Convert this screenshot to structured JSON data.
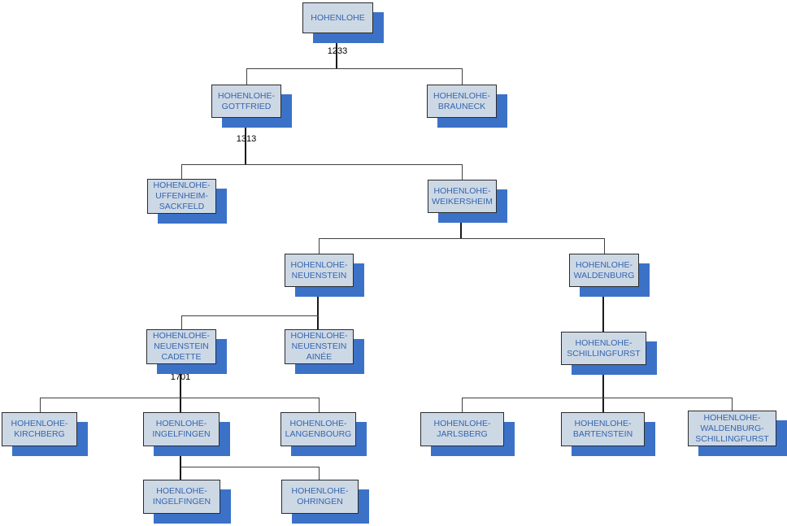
{
  "tree": {
    "nodes": [
      {
        "id": "hohenlohe",
        "label": "HOHENLOHE"
      },
      {
        "id": "hohenlohe-gottfried",
        "label": "HOHENLOHE-\nGOTTFRIED"
      },
      {
        "id": "hohenlohe-brauneck",
        "label": "HOHENLOHE-\nBRAUNECK"
      },
      {
        "id": "hohenlohe-uffenheim-sackfeld",
        "label": "HOHENLOHE-\nUFFENHEIM-\nSACKFELD"
      },
      {
        "id": "hohenlohe-weikersheim",
        "label": "HOHENLOHE-\nWEIKERSHEIM"
      },
      {
        "id": "hohenlohe-neuenstein",
        "label": "HOHENLOHE-\nNEUENSTEIN"
      },
      {
        "id": "hohenlohe-waldenburg",
        "label": "HOHENLOHE-\nWALDENBURG"
      },
      {
        "id": "hohenlohe-neuenstein-cadette",
        "label": "HOHENLOHE-\nNEUENSTEIN\nCADETTE"
      },
      {
        "id": "hohenlohe-neuenstein-ainee",
        "label": "HOHENLOHE-\nNEUENSTEIN\nAINÉE"
      },
      {
        "id": "hohenlohe-schillingfurst",
        "label": "HOHENLOHE-\nSCHILLINGFURST"
      },
      {
        "id": "hohenlohe-kirchberg",
        "label": "HOHENLOHE-\nKIRCHBERG"
      },
      {
        "id": "hoenlohe-ingelfingen",
        "label": "HOENLOHE-\nINGELFINGEN"
      },
      {
        "id": "hohenlohe-langenbourg",
        "label": "HOHENLOHE-\nLANGENBOURG"
      },
      {
        "id": "hohenlohe-jarlsberg",
        "label": "HOHENLOHE-\nJARLSBERG"
      },
      {
        "id": "hohenlohe-bartenstein",
        "label": "HOHENLOHE-\nBARTENSTEIN"
      },
      {
        "id": "hohenlohe-waldenburg-schillingfurst",
        "label": "HOHENLOHE-\nWALDENBURG-\nSCHILLINGFURST"
      },
      {
        "id": "hoenlohe-ingelfingen-2",
        "label": "HOENLOHE-\nINGELFINGEN"
      },
      {
        "id": "hohenlohe-ohringen",
        "label": "HOHENLOHE-\nOHRINGEN"
      }
    ],
    "year_labels": [
      {
        "text": "1233"
      },
      {
        "text": "1313"
      },
      {
        "text": "1701"
      }
    ],
    "colors": {
      "node_fill": "#cdd8e5",
      "node_border": "#2b2b2b",
      "node_text": "#3465ae",
      "node_shadow": "#3b72c8",
      "connector": "#404040",
      "connector_dark": "#1a1a1a",
      "year_text": "#000000",
      "background": "#ffffff"
    }
  }
}
